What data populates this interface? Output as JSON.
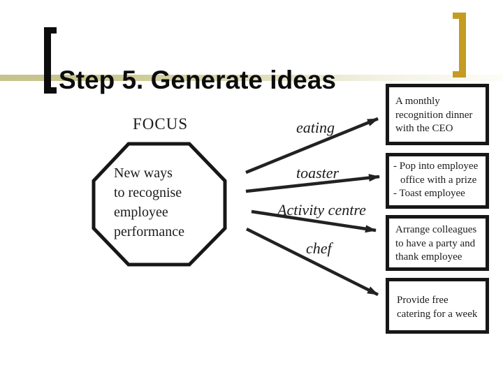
{
  "slide": {
    "title": "Step 5. Generate ideas",
    "focus_label": "FOCUS",
    "octagon_lines": [
      "New ways",
      "to recognise",
      "employee",
      "performance"
    ],
    "idea_labels": [
      {
        "text": "eating"
      },
      {
        "text": "toaster"
      },
      {
        "text": "Activity centre"
      },
      {
        "text": "chef"
      }
    ],
    "result_boxes": [
      {
        "text": "A monthly recognition dinner with the CEO"
      },
      {
        "items": [
          "- Pop into employee office with a prize",
          "- Toast employee"
        ]
      },
      {
        "text": "Arrange colleagues to have a party and thank employee"
      },
      {
        "text": "Provide free catering for a week"
      }
    ],
    "colors": {
      "accent_gold": "#C59B22",
      "divider_khaki": "#CCCA94",
      "ink": "#1c1c1c"
    }
  }
}
